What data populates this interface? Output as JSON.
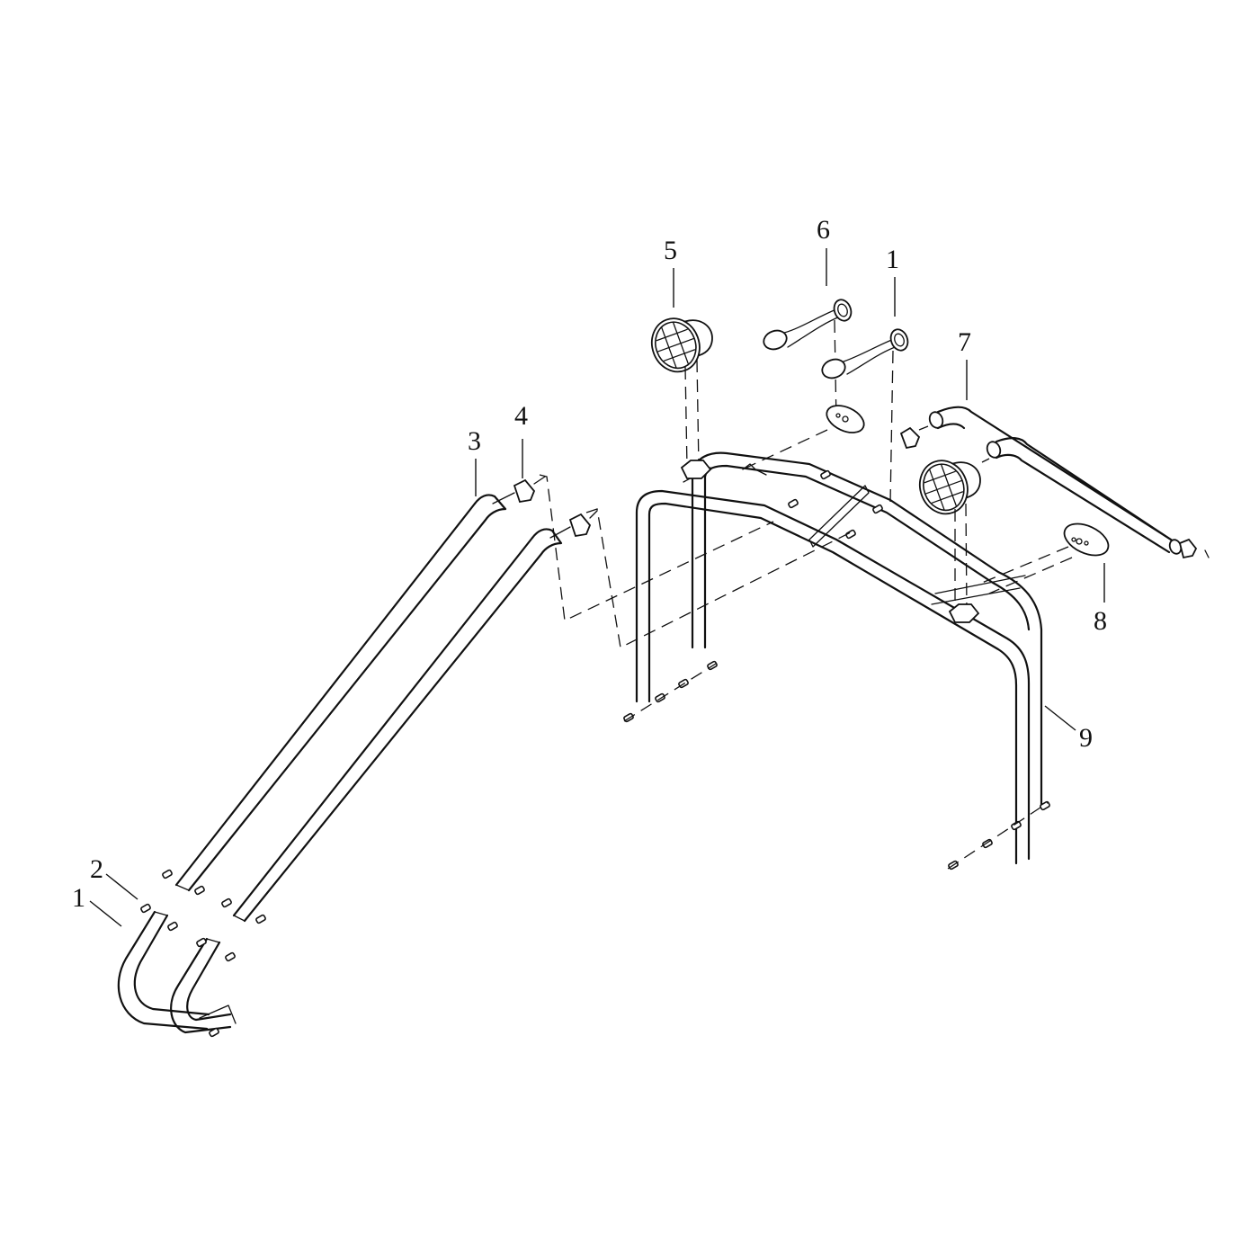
{
  "diagram": {
    "type": "exploded-parts-diagram",
    "background": "#ffffff",
    "line_color": "#111111"
  },
  "callouts": [
    {
      "id": "c1a",
      "label": "1",
      "part": "front-bumper-tube"
    },
    {
      "id": "c2",
      "label": "2",
      "part": "bolt-nut"
    },
    {
      "id": "c3",
      "label": "3",
      "part": "side-rail-tube"
    },
    {
      "id": "c4",
      "label": "4",
      "part": "tube-end-cap"
    },
    {
      "id": "c5",
      "label": "5",
      "part": "grilled-spot-light"
    },
    {
      "id": "c6",
      "label": "6",
      "part": "air-horn"
    },
    {
      "id": "c1b",
      "label": "1",
      "part": "air-horn"
    },
    {
      "id": "c7",
      "label": "7",
      "part": "rear-handle-bar"
    },
    {
      "id": "c8",
      "label": "8",
      "part": "oval-marker-light"
    },
    {
      "id": "c9",
      "label": "9",
      "part": "main-roll-bar-frame"
    }
  ]
}
